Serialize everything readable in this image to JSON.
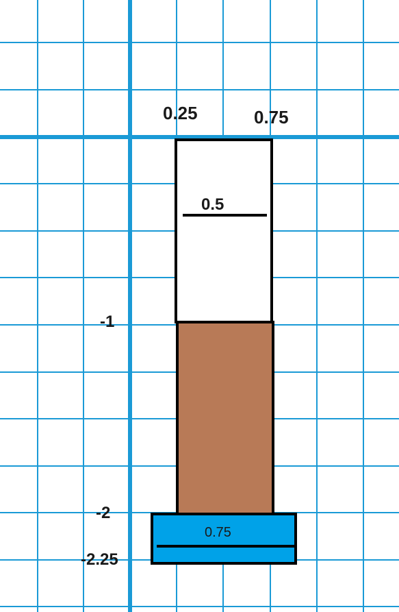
{
  "colors": {
    "grid": "#1a9ad6",
    "upper_block": "#ffffff",
    "middle_block": "#b87a57",
    "lower_block": "#00a2e8",
    "outline": "#000000"
  },
  "labels": {
    "x_left": "0.25",
    "x_right": "0.75",
    "upper_marker": "0.5",
    "boundary_1": "-1",
    "boundary_2": "-2",
    "boundary_3": "-2.25",
    "lower_marker": "0.75"
  }
}
